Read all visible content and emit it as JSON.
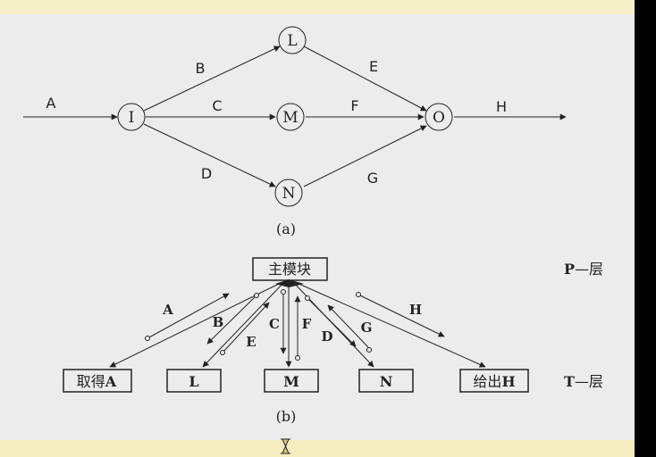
{
  "diagram_a": {
    "caption": "(a)",
    "nodes": {
      "I": "I",
      "L": "L",
      "M": "M",
      "N": "N",
      "O": "O"
    },
    "edges": {
      "A": "A",
      "B": "B",
      "C": "C",
      "D": "D",
      "E": "E",
      "F": "F",
      "G": "G",
      "H": "H"
    }
  },
  "diagram_b": {
    "caption": "(b)",
    "main_module": "主模块",
    "p_layer": {
      "bold": "P",
      "text": "—层"
    },
    "t_layer": {
      "bold": "T",
      "text": "—层"
    },
    "modules": {
      "get_a": {
        "prefix": "取得",
        "bold": "A"
      },
      "l": "L",
      "m": "M",
      "n": "N",
      "output_h": {
        "prefix": "给出",
        "bold": "H"
      }
    },
    "flows": {
      "A": "A",
      "B": "B",
      "C": "C",
      "D": "D",
      "E": "E",
      "F": "F",
      "G": "G",
      "H": "H"
    }
  },
  "footer_icon": "hourglass-icon",
  "colors": {
    "background": "#ececec",
    "top_strip": "#f5f0c8",
    "bottom_strip": "#f5ecc0",
    "ink": "#222222"
  }
}
